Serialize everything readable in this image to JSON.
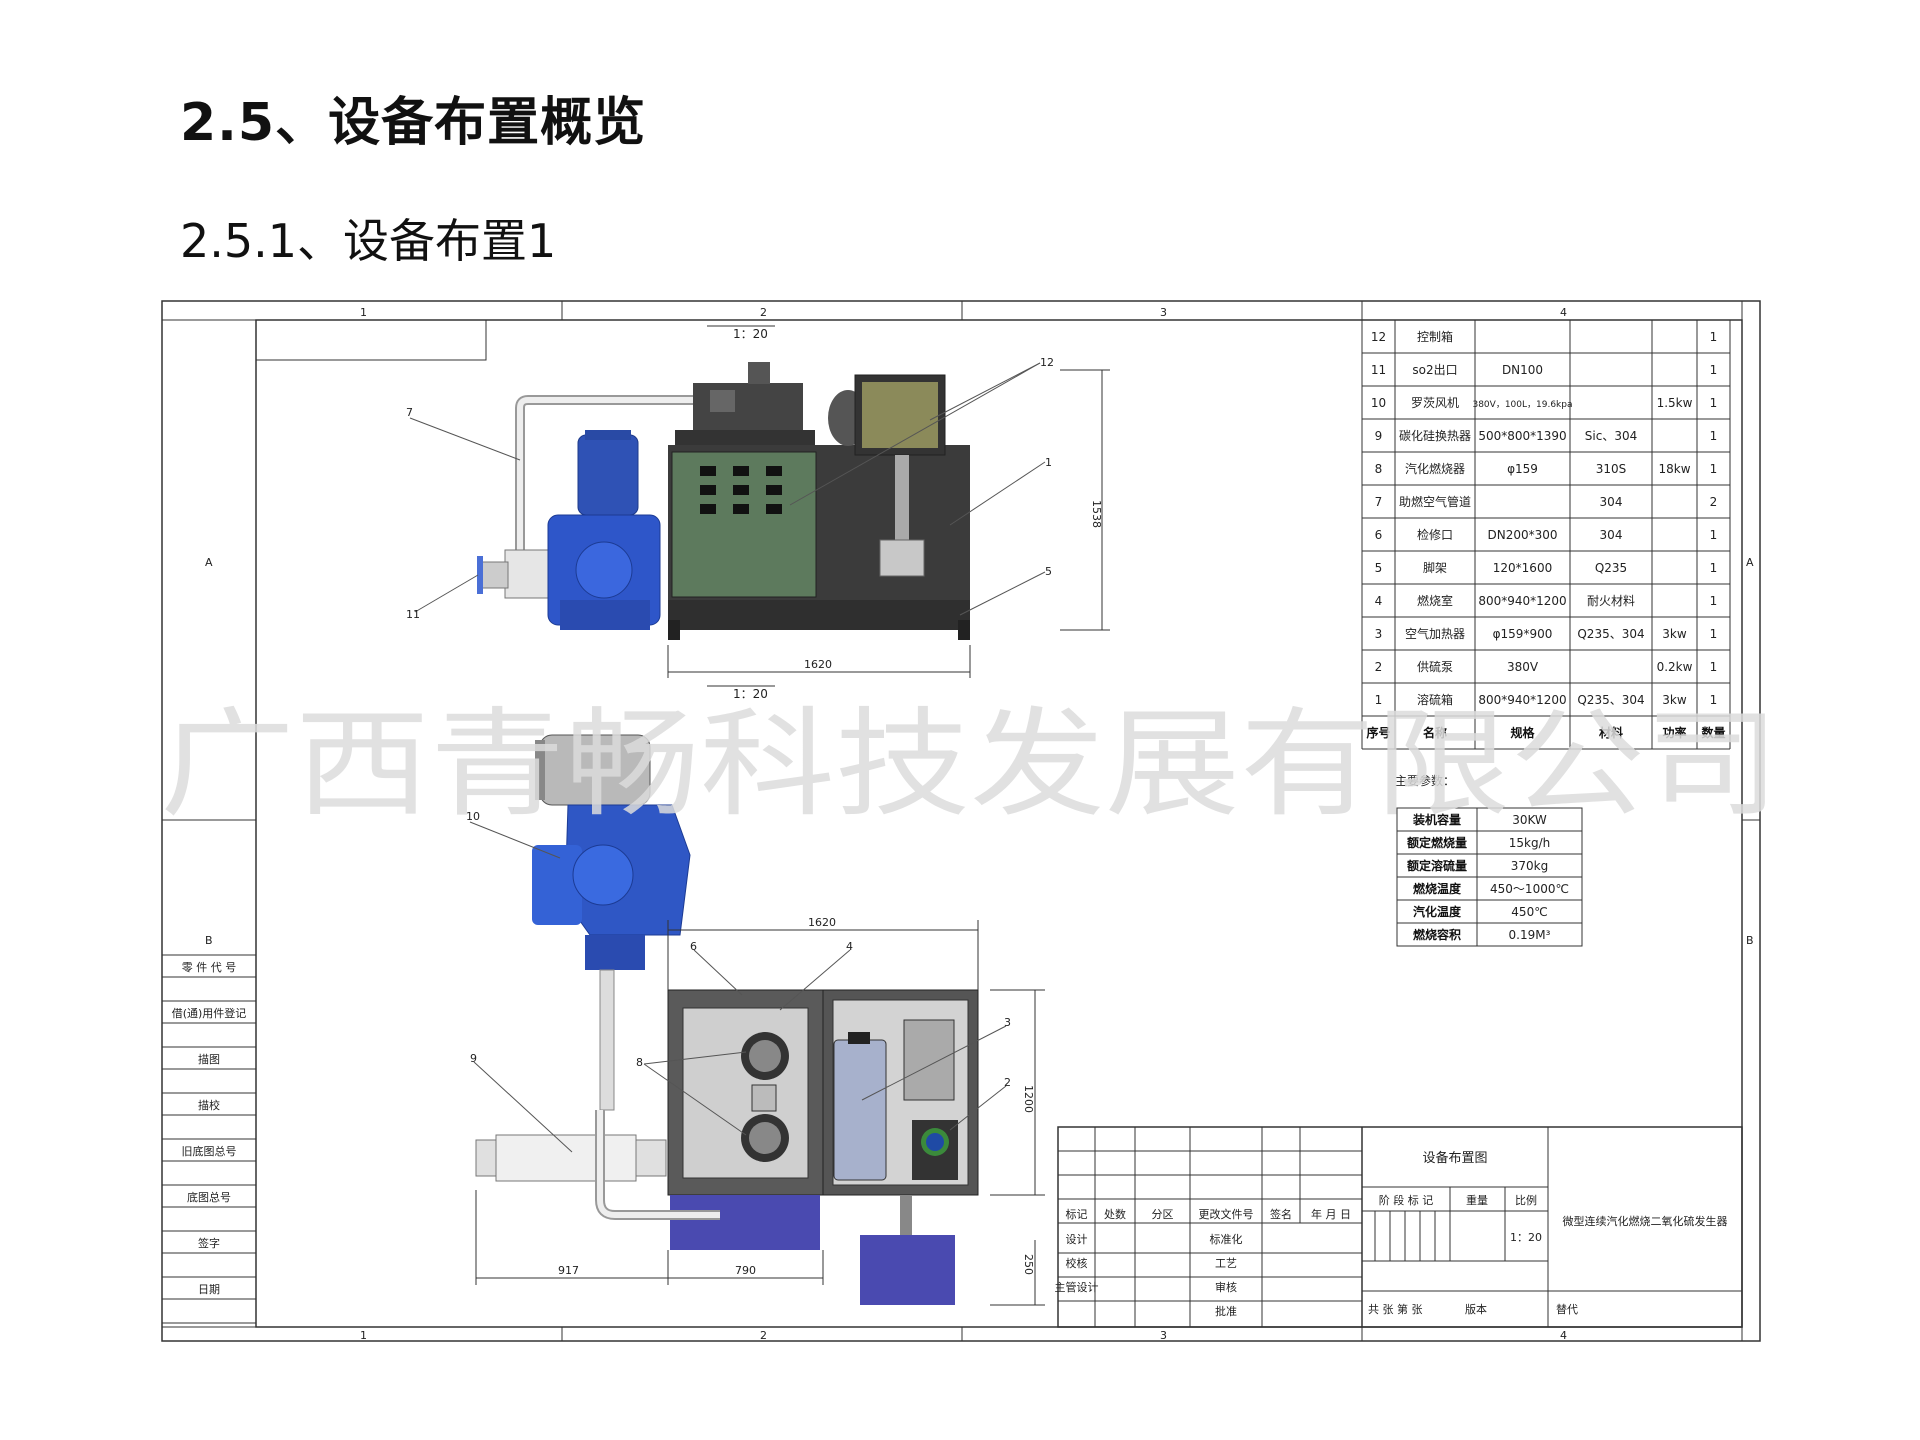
{
  "heading": "2.5、设备布置概览",
  "subheading": "2.5.1、设备布置1",
  "watermark": "广西青畅科技发展有限公司",
  "frame": {
    "cols_top": [
      "1",
      "2",
      "3",
      "4"
    ],
    "cols_bottom": [
      "1",
      "2",
      "3",
      "4"
    ],
    "rows_left": [
      "A",
      "B"
    ],
    "rows_right": [
      "A",
      "B"
    ]
  },
  "drawing": {
    "scale_top": "1：20",
    "scale_bottom": "1：20",
    "dim_top_width": "1620",
    "dim_top_height": "1538",
    "dim_bot_width": "1620",
    "dim_bot_height": "1200",
    "dim_917": "917",
    "dim_790": "790",
    "dim_250": "250",
    "callouts": {
      "c1": "1",
      "c2": "2",
      "c3": "3",
      "c4": "4",
      "c5": "5",
      "c6": "6",
      "c7": "7",
      "c8": "8",
      "c9": "9",
      "c10": "10",
      "c11": "11",
      "c12": "12"
    }
  },
  "sidebar": [
    "零 件 代 号",
    "借(通)用件登记",
    "描图",
    "描校",
    "旧底图总号",
    "底图总号",
    "签字",
    "日期"
  ],
  "parts_header": [
    "序号",
    "名称",
    "规格",
    "材料",
    "功率",
    "数量"
  ],
  "parts": [
    {
      "no": "12",
      "name": "控制箱",
      "spec": "",
      "mat": "",
      "power": "",
      "qty": "1"
    },
    {
      "no": "11",
      "name": "so2出口",
      "spec": "DN100",
      "mat": "",
      "power": "",
      "qty": "1"
    },
    {
      "no": "10",
      "name": "罗茨风机",
      "spec": "380V，100L，19.6kpa",
      "mat": "",
      "power": "1.5kw",
      "qty": "1"
    },
    {
      "no": "9",
      "name": "碳化硅换热器",
      "spec": "500*800*1390",
      "mat": "Sic、304",
      "power": "",
      "qty": "1"
    },
    {
      "no": "8",
      "name": "汽化燃烧器",
      "spec": "φ159",
      "mat": "310S",
      "power": "18kw",
      "qty": "1"
    },
    {
      "no": "7",
      "name": "助燃空气管道",
      "spec": "",
      "mat": "304",
      "power": "",
      "qty": "2"
    },
    {
      "no": "6",
      "name": "检修口",
      "spec": "DN200*300",
      "mat": "304",
      "power": "",
      "qty": "1"
    },
    {
      "no": "5",
      "name": "脚架",
      "spec": "120*1600",
      "mat": "Q235",
      "power": "",
      "qty": "1"
    },
    {
      "no": "4",
      "name": "燃烧室",
      "spec": "800*940*1200",
      "mat": "耐火材料",
      "power": "",
      "qty": "1"
    },
    {
      "no": "3",
      "name": "空气加热器",
      "spec": "φ159*900",
      "mat": "Q235、304",
      "power": "3kw",
      "qty": "1"
    },
    {
      "no": "2",
      "name": "供硫泵",
      "spec": "380V",
      "mat": "",
      "power": "0.2kw",
      "qty": "1"
    },
    {
      "no": "1",
      "name": "溶硫箱",
      "spec": "800*940*1200",
      "mat": "Q235、304",
      "power": "3kw",
      "qty": "1"
    }
  ],
  "params_title": "主要参数：",
  "params": [
    {
      "k": "装机容量",
      "v": "30KW"
    },
    {
      "k": "额定燃烧量",
      "v": "15kg/h"
    },
    {
      "k": "额定溶硫量",
      "v": "370kg"
    },
    {
      "k": "燃烧温度",
      "v": "450～1000℃"
    },
    {
      "k": "汽化温度",
      "v": "450℃"
    },
    {
      "k": "燃烧容积",
      "v": "0.19M³"
    }
  ],
  "title_block": {
    "drawing_name": "设备布置图",
    "product_name": "微型连续汽化燃烧二氧化硫发生器",
    "hdr": [
      "标记",
      "处数",
      "分区",
      "更改文件号",
      "签名",
      "年 月 日"
    ],
    "stage": "阶 段 标 记",
    "weight": "重量",
    "scale_label": "比例",
    "scale_value": "1：20",
    "roles_left": [
      "设计",
      "校核",
      "主管设计"
    ],
    "roles_right": [
      "标准化",
      "工艺",
      "审核",
      "批准"
    ],
    "sheets": "共  张  第  张",
    "version": "版本",
    "replace": "替代"
  }
}
